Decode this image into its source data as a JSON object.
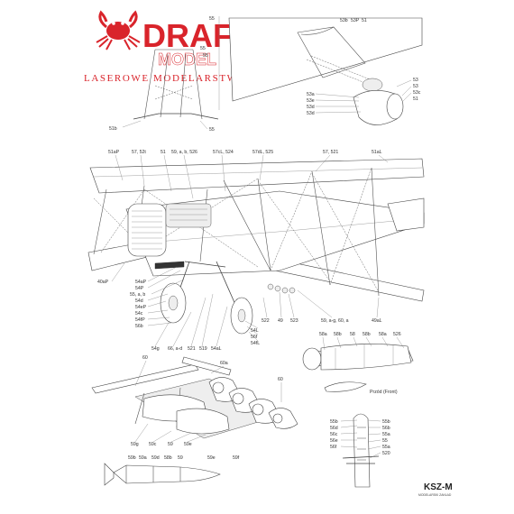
{
  "logo": {
    "brand": "DRAF",
    "model": "MODEL",
    "tagline": "LASEROWE MODELARSTWO",
    "icon": "crab-icon",
    "color": "#d9242b"
  },
  "maker": {
    "name": "KSZ-M",
    "sub": "MODELARSKI ZAKŁAD"
  },
  "inset_wing": {
    "labels": [
      "53b",
      "53P",
      "51",
      "53",
      "53",
      "53c",
      "51",
      "53a",
      "53e",
      "53d",
      "53d"
    ]
  },
  "inset_strut": {
    "labels": [
      "55",
      "55",
      "55",
      "51b",
      "55"
    ]
  },
  "main_top_labels": [
    "51aP",
    "57, 52t",
    "51",
    "59, a, b, 526",
    "57cL, 524",
    "57dL, 525",
    "57, 521",
    "51aL"
  ],
  "main_left_labels": [
    "54aP",
    "54P",
    "55, a, b",
    "54d",
    "54eP",
    "54c",
    "54fP",
    "56b"
  ],
  "main_left_side_label": "40aP",
  "main_bottom_labels": [
    "54g",
    "66, a-d",
    "521",
    "519",
    "54aL",
    "54L",
    "56f",
    "54fL",
    "522",
    "49",
    "523",
    "59, a-g, 60, a",
    "49aL"
  ],
  "bombs": {
    "rack_labels": [
      "60",
      "60a",
      "60"
    ],
    "lower_labels": [
      "59g",
      "59c",
      "59",
      "59e",
      "59b",
      "59a",
      "59d",
      "58b",
      "59",
      "59e",
      "59f"
    ]
  },
  "tank": {
    "labels": [
      "58a",
      "58b",
      "58",
      "58b",
      "58a",
      "526"
    ],
    "note": "Przód (Front)"
  },
  "strut_detail": {
    "labels": [
      "55b",
      "56d",
      "56c",
      "56e",
      "56f",
      "55b",
      "56b",
      "55a",
      "55",
      "55a",
      "520"
    ]
  }
}
